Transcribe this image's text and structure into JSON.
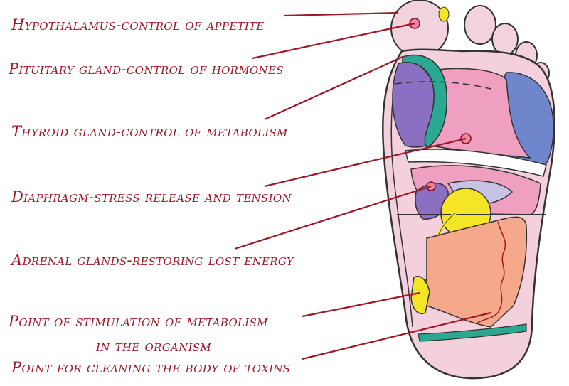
{
  "diagram": {
    "labels": {
      "hypothalamus": "Hypothalamus-control of appetite",
      "pituitary": "Pituitary gland-control of hormones",
      "thyroid": "Thyroid gland-control of metabolism",
      "diaphragm": "Diaphragm-stress release and tension",
      "adrenal": "Adrenal glands-restoring lost energy",
      "stimulation_line1": "Point of stimulation of metabolism",
      "stimulation_line2": "in the organism",
      "toxins": "Point for cleaning the body of toxins"
    },
    "colors": {
      "label_text": "#a01828",
      "leader_line": "#a01828",
      "foot_outline": "#333333",
      "toe_pink": "#f2d2dc",
      "ball_pink": "#ef9fc0",
      "blue_zone": "#6f86cc",
      "purple_zone": "#8a6fc2",
      "teal_band": "#2aa891",
      "yellow_zone": "#f4e526",
      "peach_zone": "#f5a98a",
      "lavender_zone": "#c8c2e6",
      "heel_pink": "#f3d0dc"
    }
  }
}
